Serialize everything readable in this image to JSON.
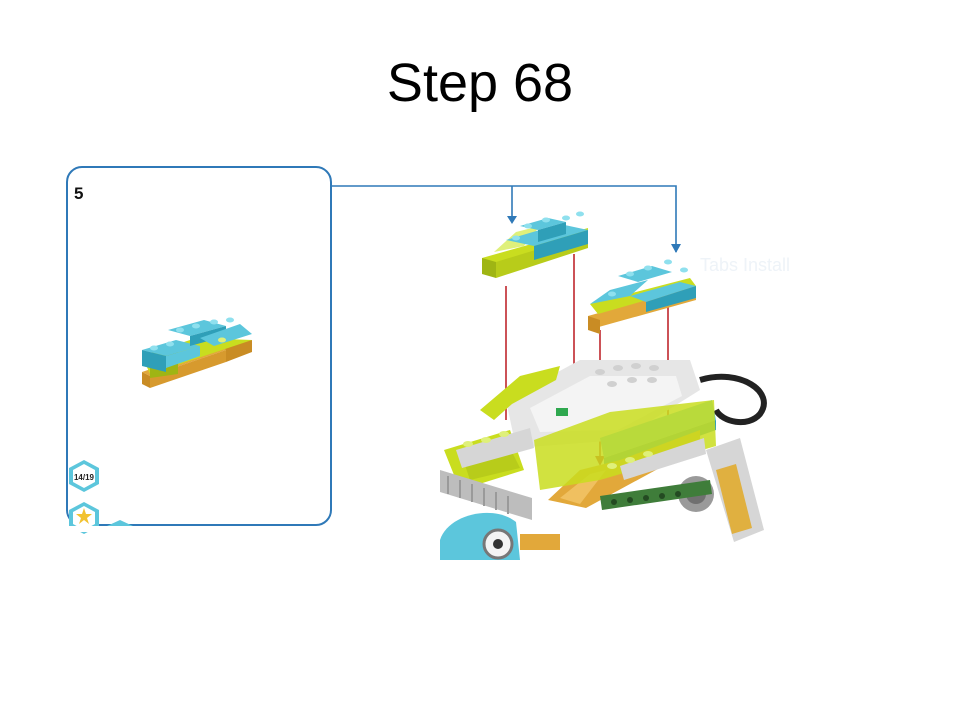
{
  "slide": {
    "title": "Step 68"
  },
  "callout": {
    "substep_number": "5"
  },
  "badges": {
    "progress": "14/19",
    "bonus": "0"
  },
  "watermark": {
    "text": "Tabs Install"
  },
  "colors": {
    "lime": "#c9dd1f",
    "lime_dark": "#9fb514",
    "azure": "#5cc6dc",
    "azure_dark": "#2f9fb8",
    "tan": "#e2a83a",
    "callout_border": "#2f79b8",
    "arrow_red": "#c0272d",
    "arrow_blue": "#2f79b8",
    "gray": "#c8c8c8",
    "dark_green": "#3f7d3a"
  }
}
